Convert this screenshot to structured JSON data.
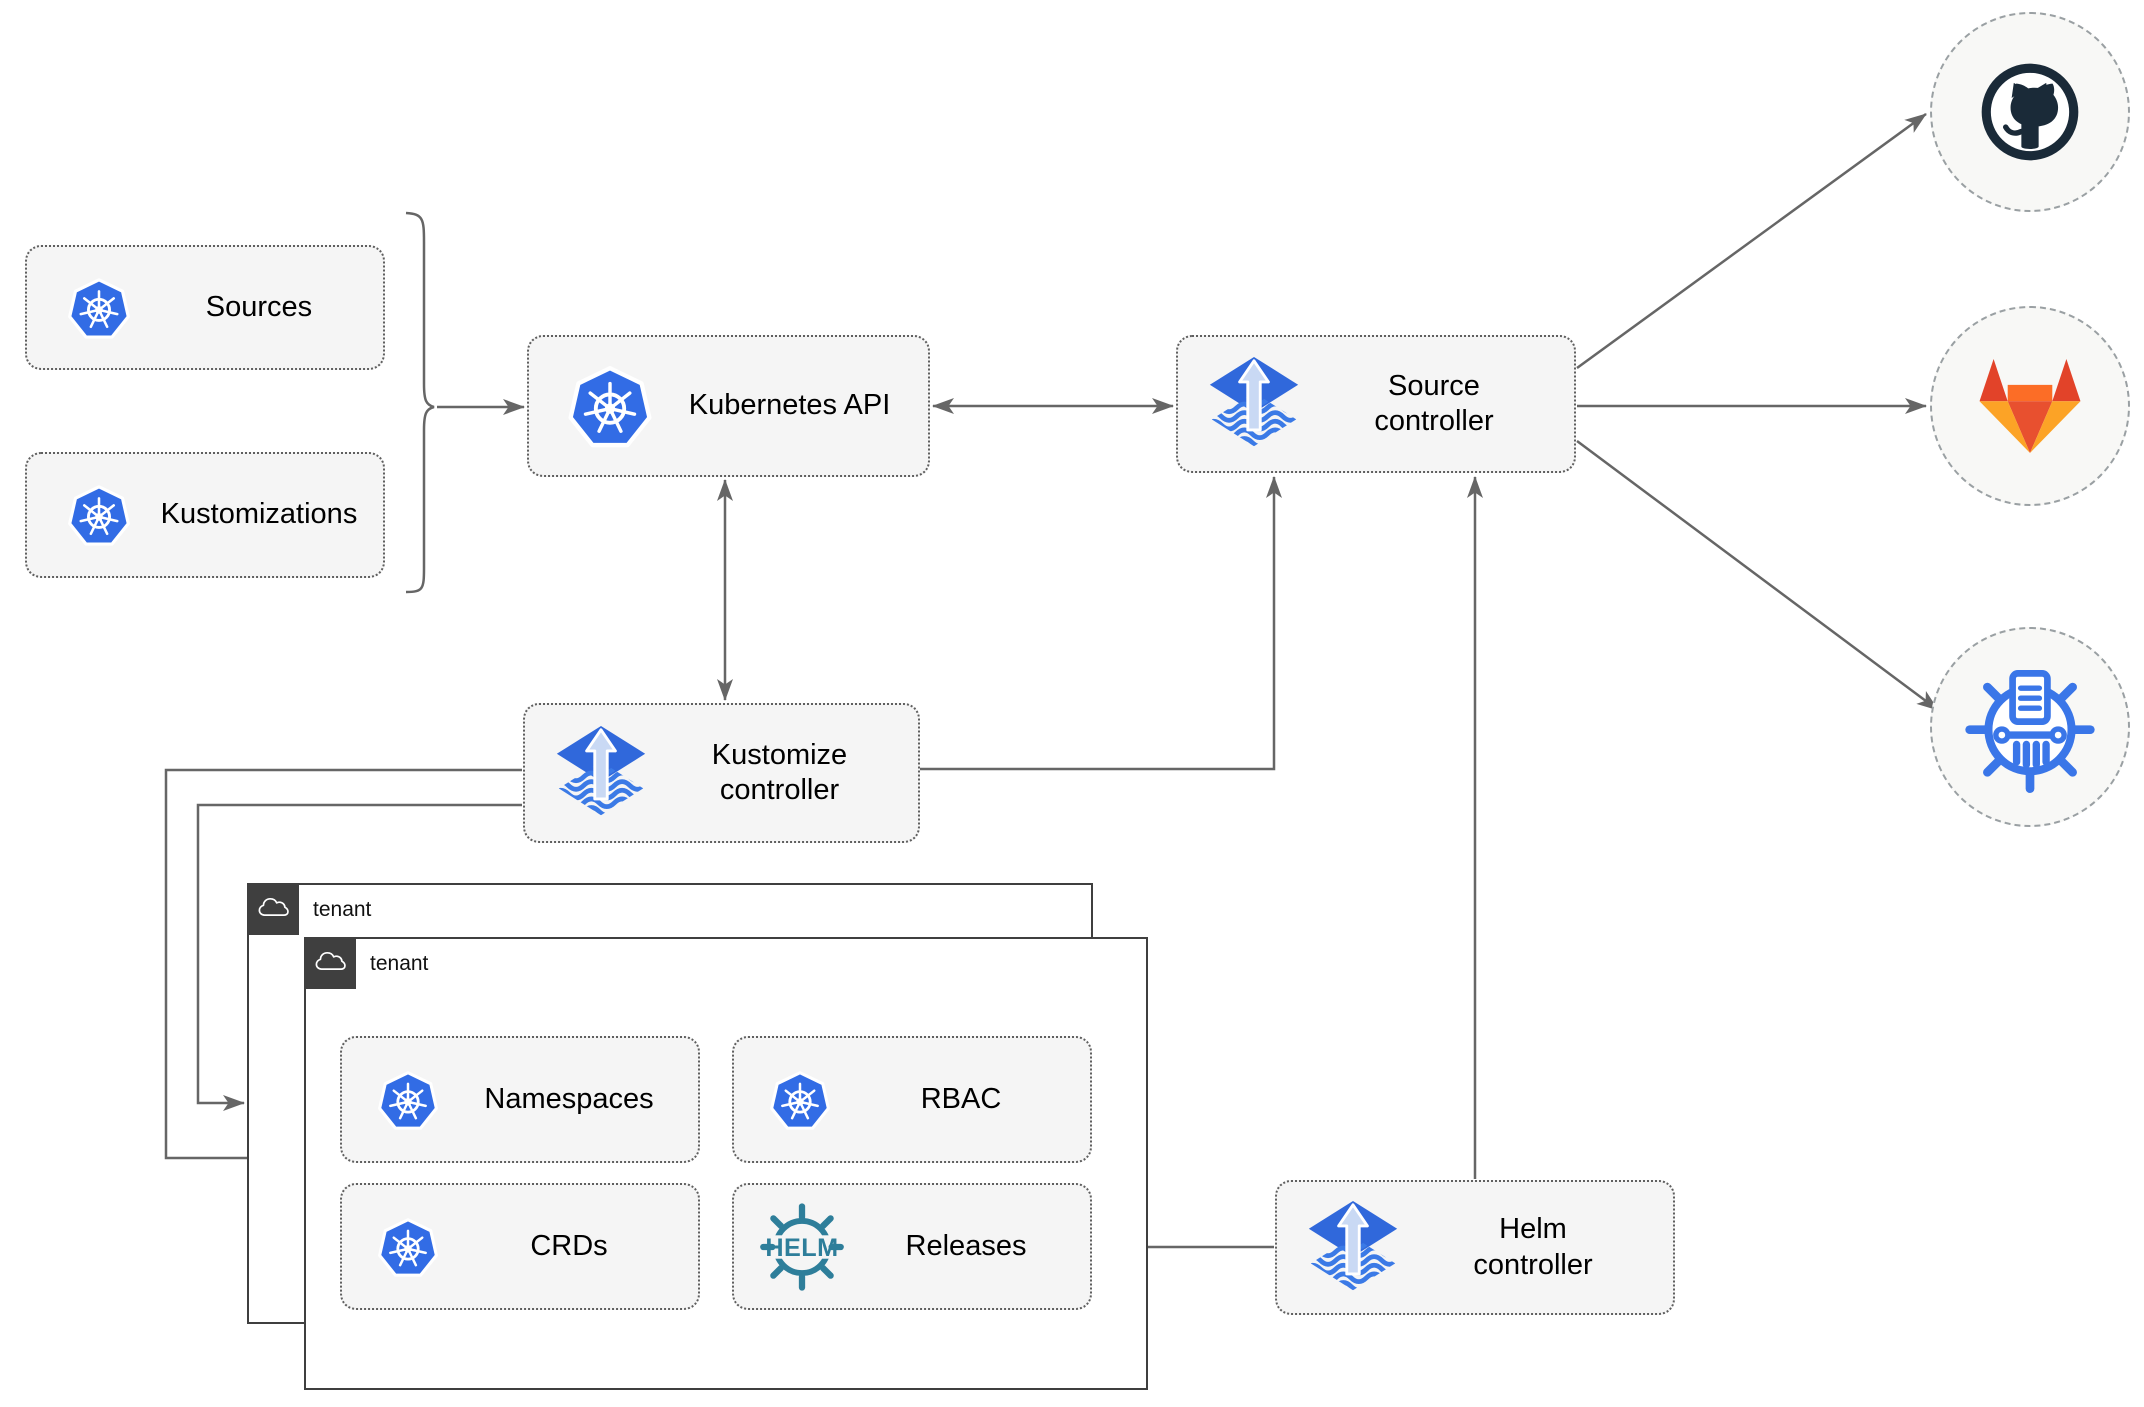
{
  "boxes": {
    "sources": {
      "label": "Sources",
      "icon": "kubernetes-icon"
    },
    "kustomizations": {
      "label": "Kustomizations",
      "icon": "kubernetes-icon"
    },
    "kubernetes_api": {
      "label": "Kubernetes API",
      "icon": "kubernetes-icon"
    },
    "source_controller": {
      "label": "Source\ncontroller",
      "icon": "flux-icon"
    },
    "kustomize_controller": {
      "label": "Kustomize\ncontroller",
      "icon": "flux-icon"
    },
    "helm_controller": {
      "label": "Helm\ncontroller",
      "icon": "flux-icon"
    },
    "namespaces": {
      "label": "Namespaces",
      "icon": "kubernetes-icon"
    },
    "rbac": {
      "label": "RBAC",
      "icon": "kubernetes-icon"
    },
    "crds": {
      "label": "CRDs",
      "icon": "kubernetes-icon"
    },
    "releases": {
      "label": "Releases",
      "icon": "helm-icon"
    }
  },
  "groups": {
    "tenant_back": {
      "label": "tenant",
      "icon": "cloud-icon"
    },
    "tenant_front": {
      "label": "tenant",
      "icon": "cloud-icon"
    }
  },
  "endpoints": [
    {
      "name": "github",
      "icon": "github-icon"
    },
    {
      "name": "gitlab",
      "icon": "gitlab-icon"
    },
    {
      "name": "chart-repository",
      "icon": "chart-repository-icon"
    }
  ],
  "colors": {
    "kubernetes_blue": "#326ce5",
    "flux_blue": "#3068db",
    "flux_arrow_light": "#c9d9f4",
    "helm_teal": "#2e7e9a",
    "github_dark": "#1a2a38",
    "gitlab_red_orange": "#e24329",
    "gitlab_orange": "#fc6d26",
    "gitlab_light_orange": "#fca326",
    "connector_gray": "#666666",
    "node_fill": "#f5f5f5",
    "tenant_header": "#3f3f3f"
  }
}
